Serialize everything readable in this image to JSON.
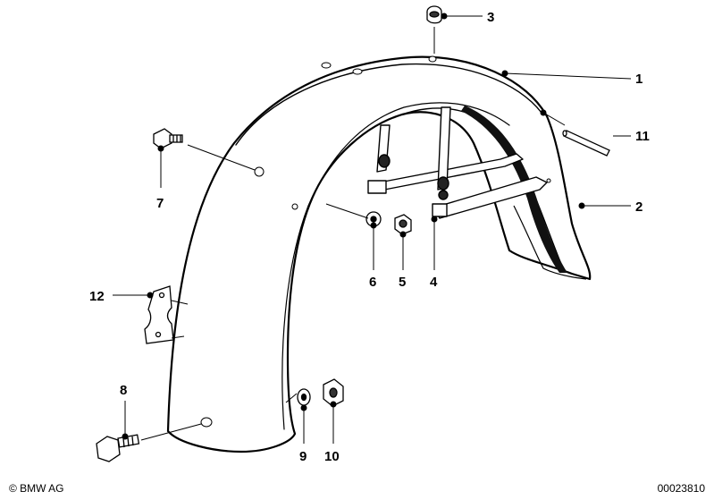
{
  "diagram": {
    "callouts": {
      "c1": "1",
      "c2": "2",
      "c3": "3",
      "c4": "4",
      "c5": "5",
      "c6": "6",
      "c7": "7",
      "c8": "8",
      "c9": "9",
      "c10": "10",
      "c11": "11",
      "c12": "12"
    }
  },
  "footer": {
    "copyright": "© BMW AG",
    "doc_number": "00023810"
  }
}
